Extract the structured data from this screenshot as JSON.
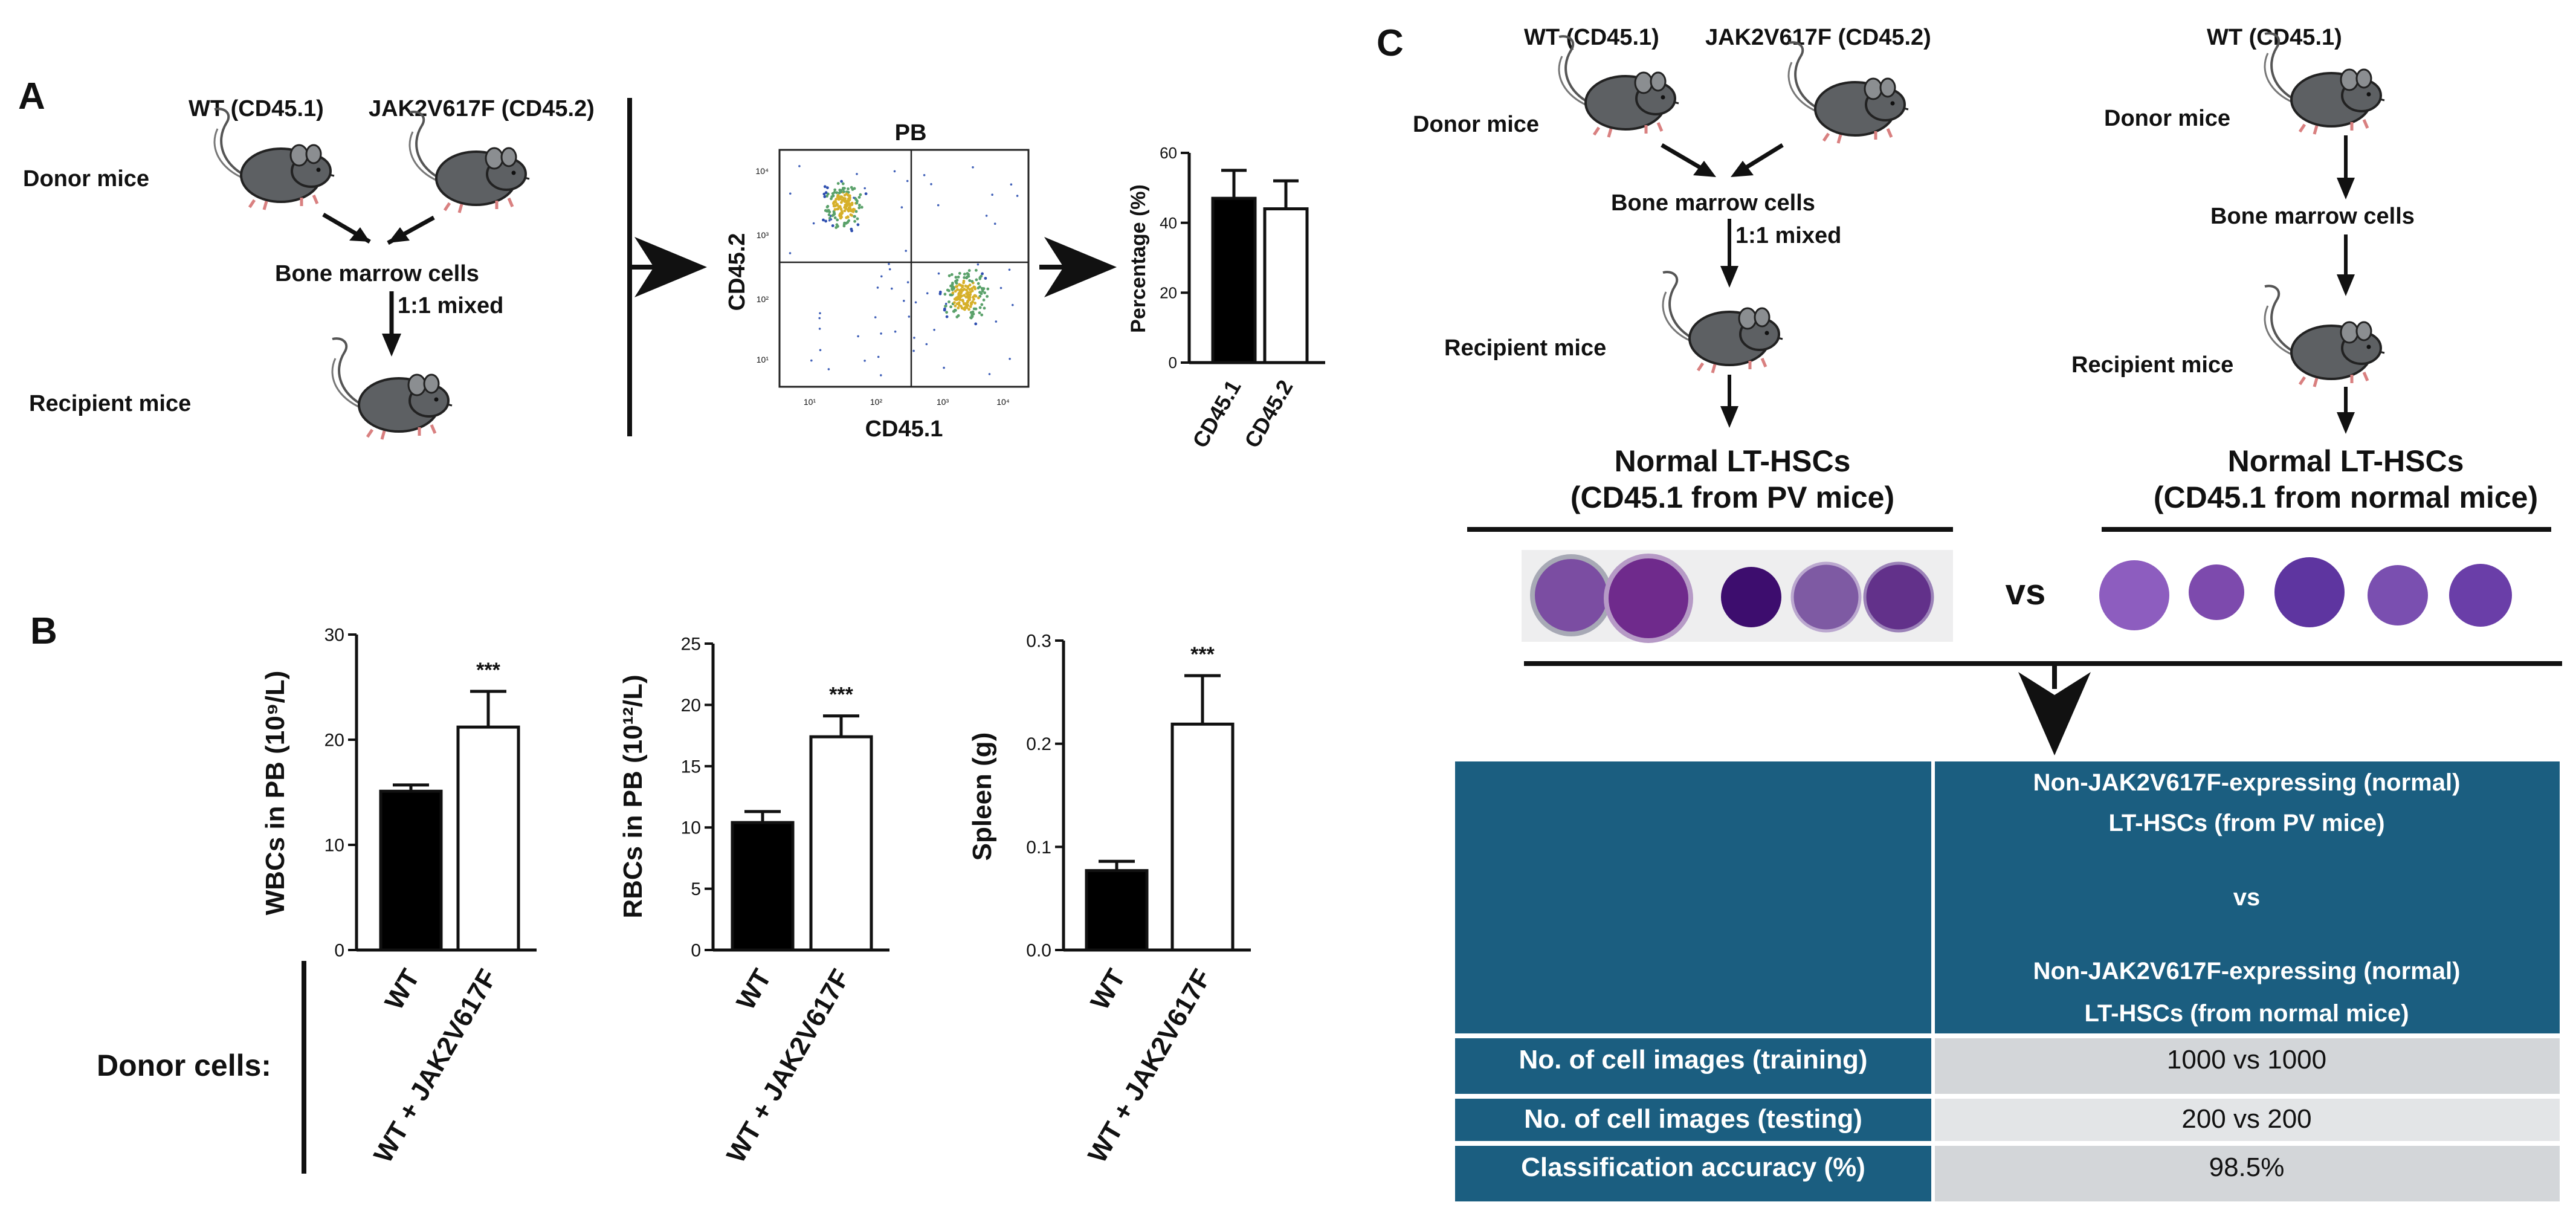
{
  "panels": {
    "A": {
      "letter": "A",
      "donor_wt": "WT (CD45.1)",
      "donor_jak": "JAK2V617F (CD45.2)",
      "donor_label": "Donor mice",
      "bm_cells": "Bone marrow cells",
      "mixed": "1:1 mixed",
      "recipient_label": "Recipient mice",
      "flow": {
        "title": "PB",
        "xlabel": "CD45.1",
        "ylabel": "CD45.2",
        "yticks": [
          "10⁴",
          "10³",
          "10²",
          "10¹"
        ],
        "xticks": [
          "10¹",
          "10²",
          "10³",
          "10⁴"
        ]
      }
    },
    "B": {
      "letter": "B",
      "donor_cells_label": "Donor cells:"
    },
    "C": {
      "letter": "C",
      "left": {
        "donor_wt": "WT (CD45.1)",
        "donor_jak": "JAK2V617F (CD45.2)",
        "donor_label": "Donor mice",
        "bm_cells": "Bone marrow cells",
        "mixed": "1:1 mixed",
        "recipient_label": "Recipient mice",
        "hsc_title": "Normal LT-HSCs",
        "hsc_sub": "(CD45.1 from PV mice)"
      },
      "right": {
        "donor_wt": "WT (CD45.1)",
        "donor_label": "Donor mice",
        "bm_cells": "Bone marrow cells",
        "recipient_label": "Recipient mice",
        "hsc_title": "Normal LT-HSCs",
        "hsc_sub": "(CD45.1 from normal mice)"
      },
      "vs": "vs",
      "table": {
        "header_lines": [
          "Non-JAK2V617F-expressing (normal)",
          "LT-HSCs (from PV mice)",
          "vs",
          "Non-JAK2V617F-expressing (normal)",
          "LT-HSCs (from normal mice)"
        ],
        "rows": [
          {
            "label": "No. of cell images (training)",
            "value": "1000 vs 1000"
          },
          {
            "label": "No. of cell images (testing)",
            "value": "200 vs 200"
          },
          {
            "label": "Classification accuracy (%)",
            "value": "98.5%"
          }
        ],
        "colors": {
          "header": "#1b5e80",
          "row_dark": "#d3d6d9",
          "row_light": "#e3e5e7"
        }
      }
    }
  },
  "chart_data": [
    {
      "type": "bar",
      "categories": [
        "CD45.1",
        "CD45.2"
      ],
      "values": [
        47,
        44
      ],
      "errors": [
        8,
        8
      ],
      "ylabel": "Percentage (%)",
      "ylim": [
        0,
        60
      ],
      "yticks": [
        "0",
        "20",
        "40",
        "60"
      ],
      "colors": [
        "#000000",
        "#ffffff"
      ]
    },
    {
      "type": "bar",
      "categories": [
        "WT",
        "WT + JAK2V617F"
      ],
      "values": [
        15.1,
        21.2
      ],
      "errors": [
        0.6,
        3.4
      ],
      "ylabel": "WBCs in PB (10⁹/L)",
      "ylim": [
        0,
        30
      ],
      "yticks": [
        "0",
        "10",
        "20",
        "30"
      ],
      "significance": "***",
      "colors": [
        "#000000",
        "#ffffff"
      ]
    },
    {
      "type": "bar",
      "categories": [
        "WT",
        "WT + JAK2V617F"
      ],
      "values": [
        10.4,
        17.4
      ],
      "errors": [
        0.9,
        1.7
      ],
      "ylabel": "RBCs in PB (10¹²/L)",
      "ylim": [
        0,
        25
      ],
      "yticks": [
        "0",
        "5",
        "10",
        "15",
        "20",
        "25"
      ],
      "significance": "***",
      "colors": [
        "#000000",
        "#ffffff"
      ]
    },
    {
      "type": "bar",
      "categories": [
        "WT",
        "WT + JAK2V617F"
      ],
      "values": [
        0.077,
        0.219
      ],
      "errors": [
        0.009,
        0.047
      ],
      "ylabel": "Spleen (g)",
      "ylim": [
        0,
        0.3
      ],
      "yticks": [
        "0.0",
        "0.1",
        "0.2",
        "0.3"
      ],
      "significance": "***",
      "colors": [
        "#000000",
        "#ffffff"
      ]
    }
  ]
}
